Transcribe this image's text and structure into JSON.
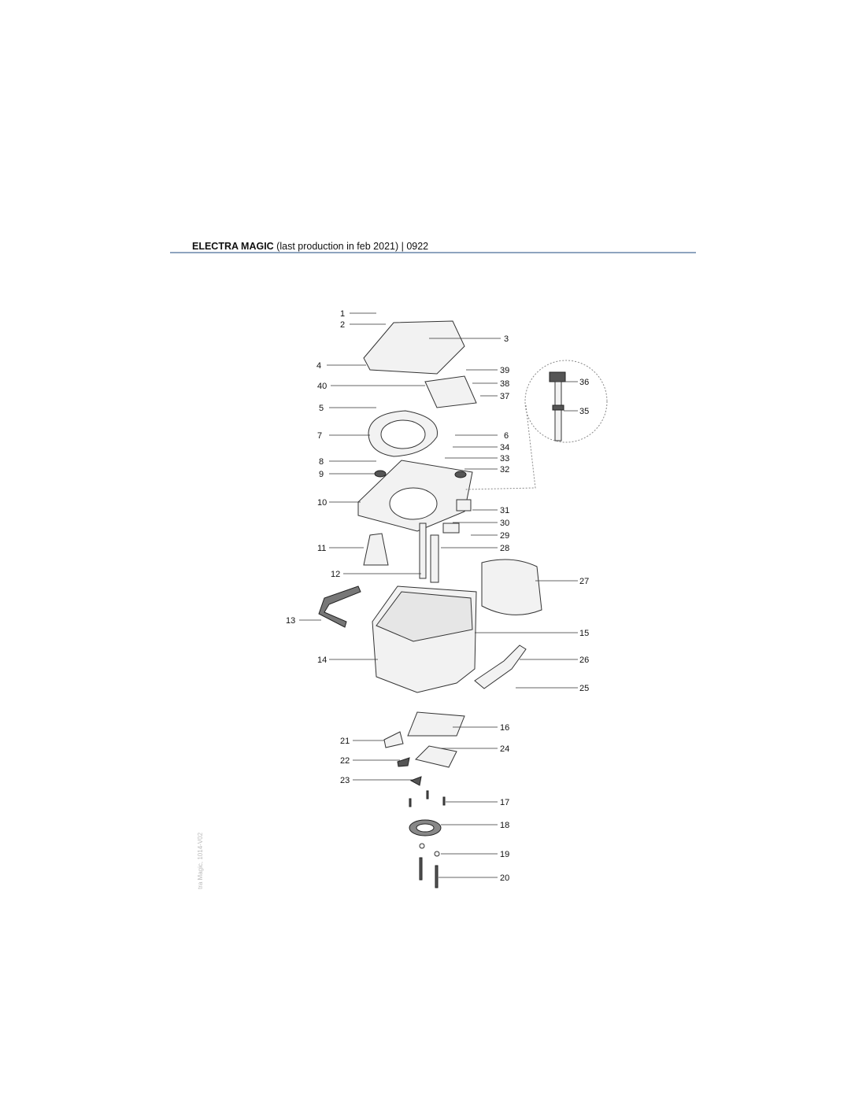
{
  "header": {
    "title_bold": "ELECTRA MAGIC",
    "title_rest": " (last production in feb 2021) | 0922"
  },
  "side_note": "tra Magic, 1014-V02",
  "callouts": [
    "1",
    "2",
    "3",
    "4",
    "39",
    "38",
    "40",
    "37",
    "36",
    "35",
    "5",
    "7",
    "6",
    "34",
    "33",
    "8",
    "32",
    "9",
    "10",
    "31",
    "30",
    "29",
    "11",
    "28",
    "12",
    "27",
    "13",
    "15",
    "14",
    "26",
    "25",
    "16",
    "21",
    "24",
    "22",
    "23",
    "17",
    "18",
    "19",
    "20"
  ]
}
